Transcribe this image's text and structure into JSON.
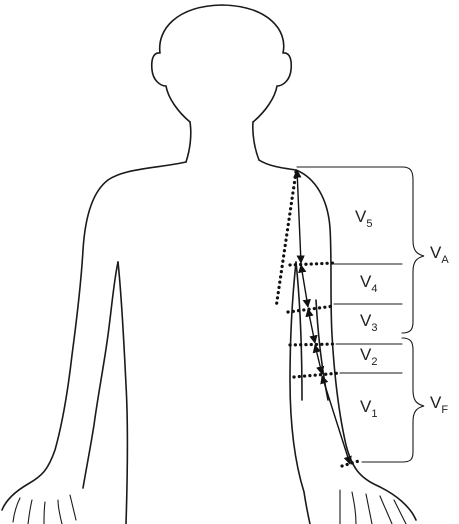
{
  "labels": {
    "v5": {
      "main": "V",
      "sub": "5"
    },
    "v4": {
      "main": "V",
      "sub": "4"
    },
    "v3": {
      "main": "V",
      "sub": "3"
    },
    "v2": {
      "main": "V",
      "sub": "2"
    },
    "v1": {
      "main": "V",
      "sub": "1"
    },
    "va": {
      "main": "V",
      "sub": "A"
    },
    "vf": {
      "main": "V",
      "sub": "F"
    }
  }
}
